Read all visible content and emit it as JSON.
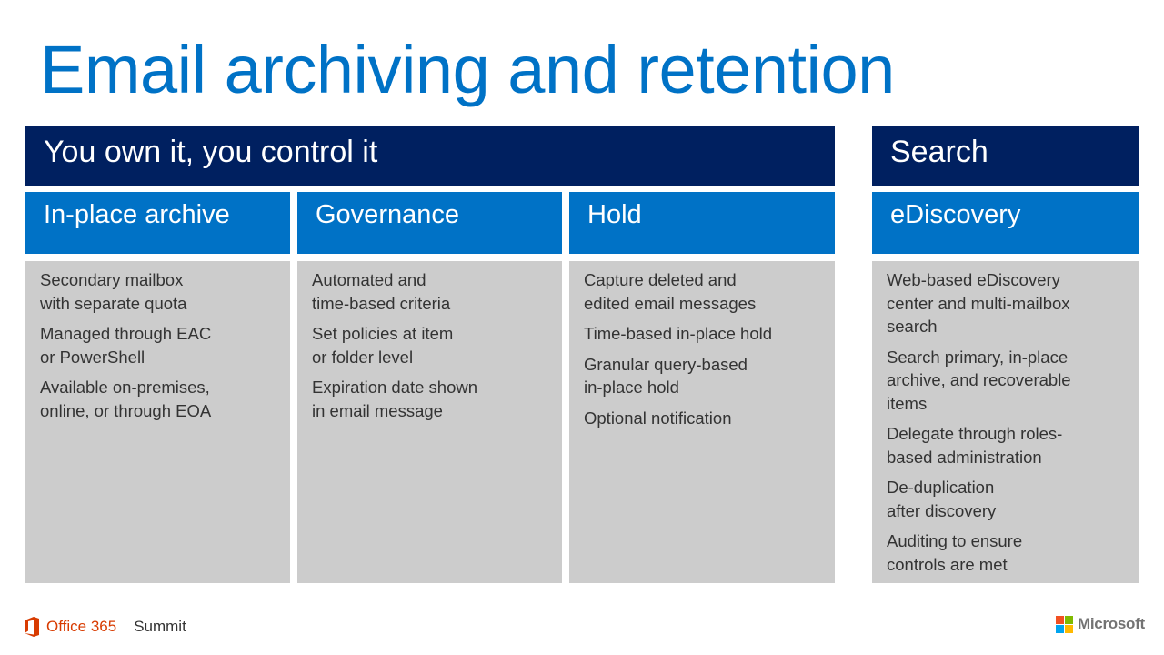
{
  "slide": {
    "title": "Email archiving and retention"
  },
  "bands": {
    "left": "You own it, you control it",
    "right": "Search"
  },
  "columns": [
    {
      "heading": "In-place archive",
      "items": [
        "Secondary mailbox\nwith separate quota",
        "Managed through EAC\nor PowerShell",
        "Available on-premises,\nonline, or through EOA"
      ]
    },
    {
      "heading": "Governance",
      "items": [
        "Automated and\ntime-based criteria",
        "Set policies at item\nor folder level",
        "Expiration date shown\nin email message"
      ]
    },
    {
      "heading": "Hold",
      "items": [
        "Capture deleted and\nedited email messages",
        "Time-based in-place hold",
        "Granular query-based\nin-place hold",
        "Optional notification"
      ]
    },
    {
      "heading": "eDiscovery",
      "items": [
        "Web-based eDiscovery\ncenter and multi-mailbox\nsearch",
        "Search primary, in-place\narchive, and recoverable\nitems",
        "Delegate through roles-\nbased administration",
        "De-duplication\nafter discovery",
        "Auditing to ensure\ncontrols are met"
      ]
    }
  ],
  "footer": {
    "product": "Office 365",
    "event": "Summit",
    "brand": "Microsoft",
    "product_logo_icon": "office-logo-icon",
    "brand_logo_icon": "microsoft-logo-icon",
    "colors": {
      "office_orange": "#d83b01",
      "ms_red": "#f25022",
      "ms_green": "#7fba00",
      "ms_blue": "#00a4ef",
      "ms_yellow": "#ffb900"
    }
  },
  "colors": {
    "title": "#0072c6",
    "band": "#002060",
    "heading": "#0072c6",
    "panel": "#cccccc"
  }
}
